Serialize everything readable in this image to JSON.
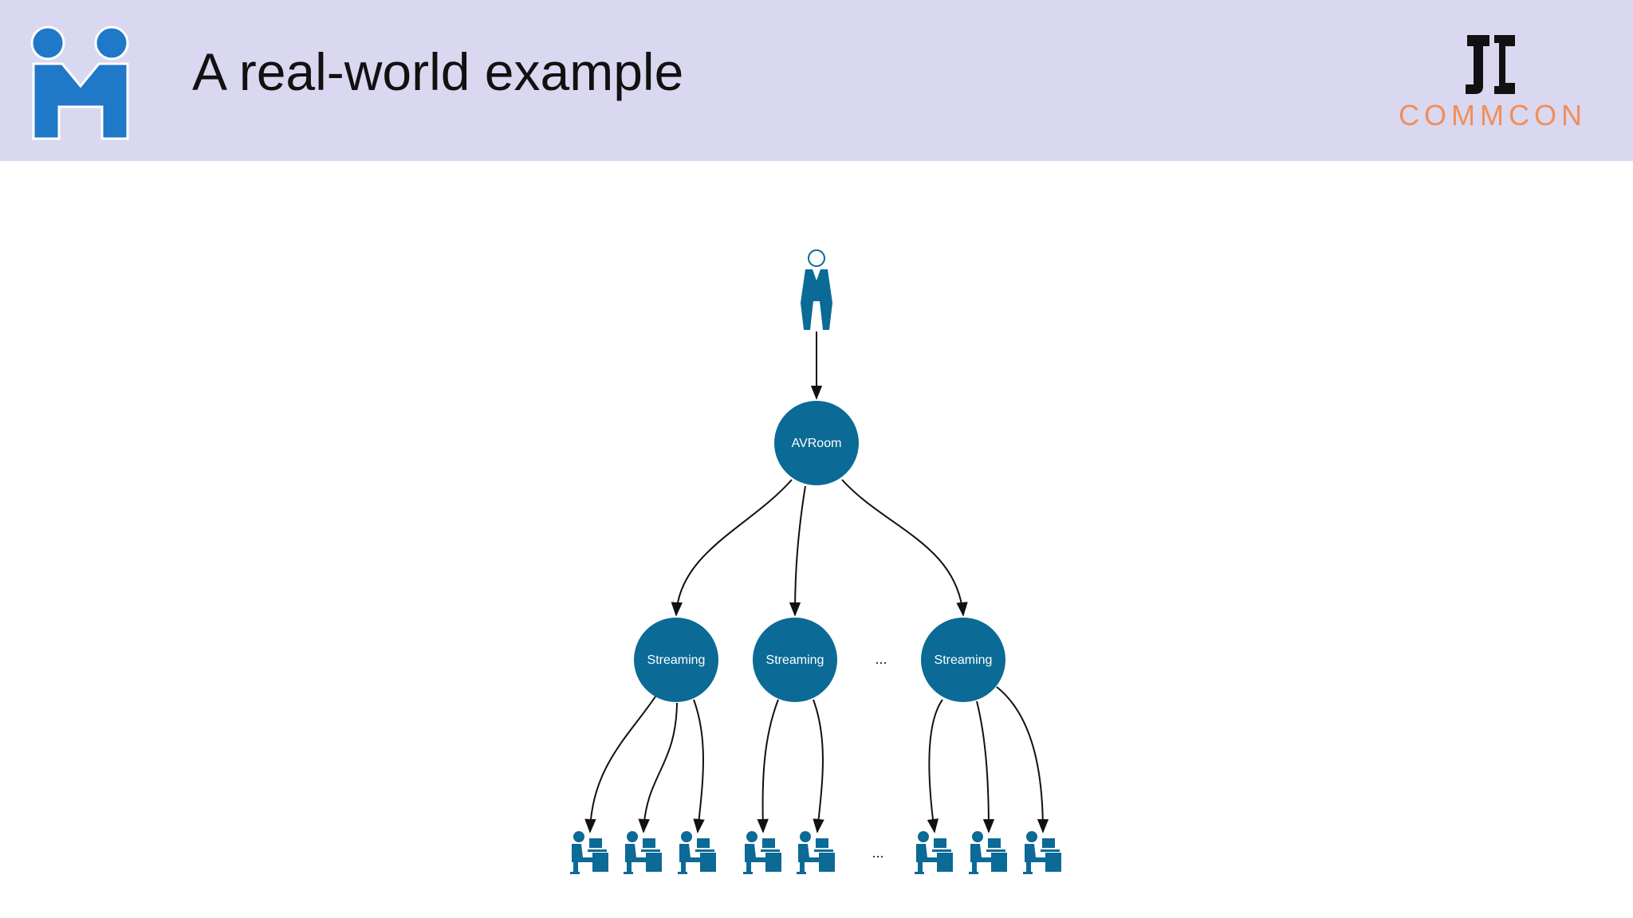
{
  "header": {
    "title": "A real-world example",
    "brand_right": "COMMCON"
  },
  "diagram": {
    "presenter": {
      "icon": "presenter-icon"
    },
    "root": {
      "label": "AVRoom"
    },
    "streams": [
      {
        "label": "Streaming"
      },
      {
        "label": "Streaming"
      },
      {
        "label": "Streaming"
      }
    ],
    "stream_gap_label": "...",
    "viewer_gap_label": "...",
    "viewer_icon": "computer-user-icon"
  },
  "colors": {
    "header_bg": "#d9d8f0",
    "node_fill": "#0b6a96",
    "logo_blue": "#1f78c8",
    "commcon_orange": "#f08f5a"
  }
}
